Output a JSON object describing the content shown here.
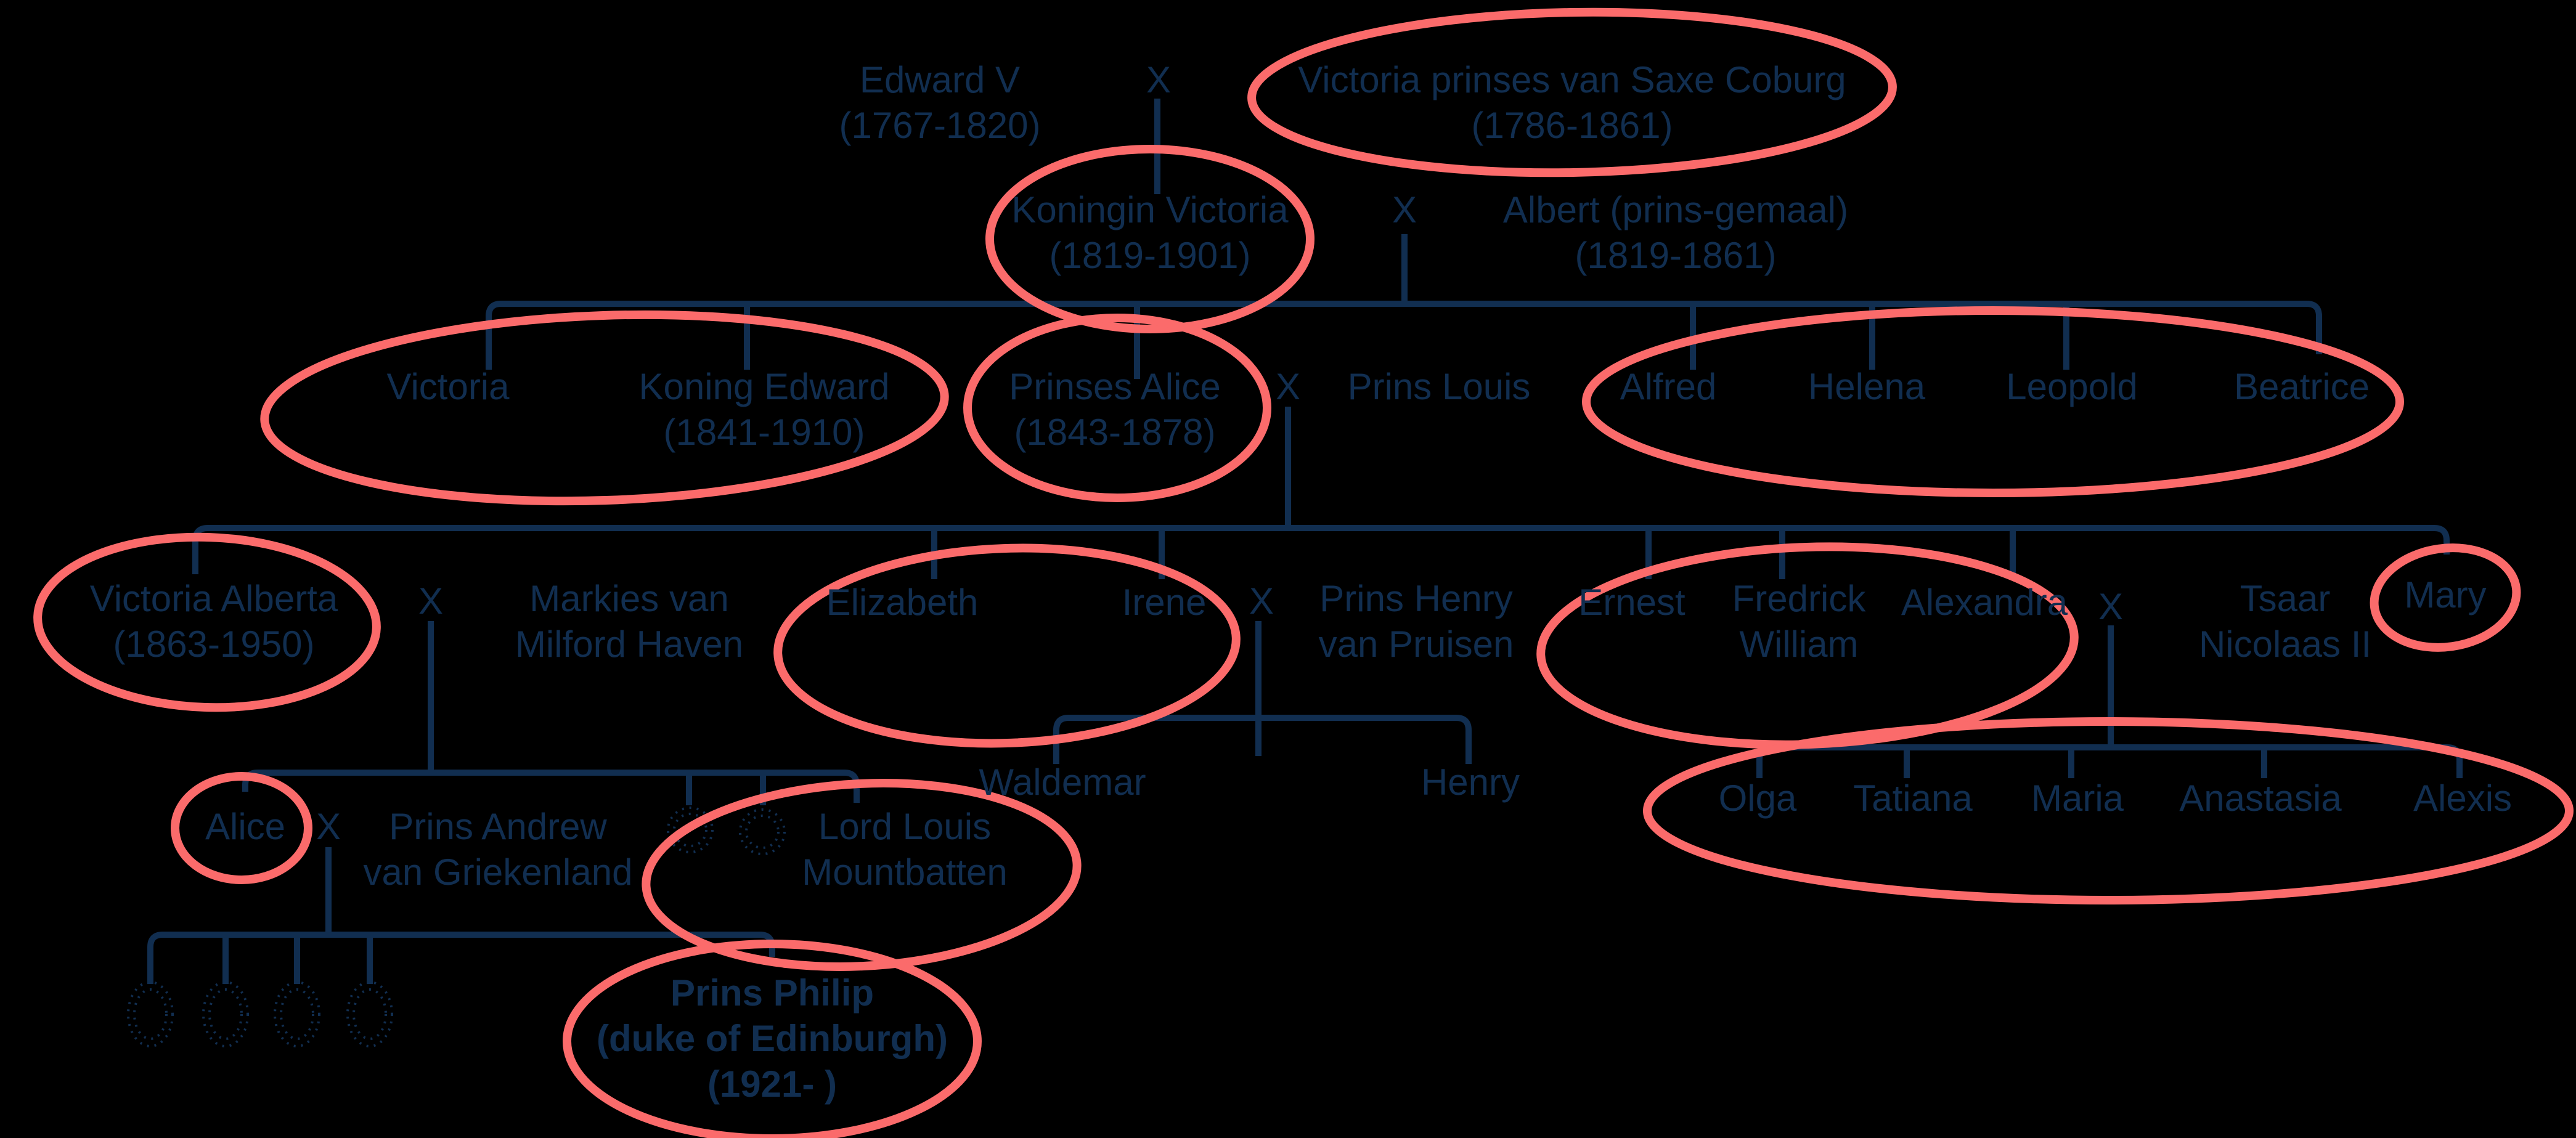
{
  "colors": {
    "background": "#000000",
    "text_and_lines": "#112e50",
    "highlight_ellipse": "#fb6b6b"
  },
  "marriage_symbol": "X",
  "people": {
    "edward_v": {
      "name": "Edward V",
      "dates": "(1767-1820)"
    },
    "victoria_saxe_coburg": {
      "name": "Victoria prinses van Saxe Coburg",
      "dates": "(1786-1861)"
    },
    "koningin_victoria": {
      "name": "Koningin Victoria",
      "dates": "(1819-1901)"
    },
    "albert": {
      "name": "Albert (prins-gemaal)",
      "dates": "(1819-1861)"
    },
    "victoria": {
      "name": "Victoria"
    },
    "koning_edward": {
      "name": "Koning Edward",
      "dates": "(1841-1910)"
    },
    "prinses_alice": {
      "name": "Prinses Alice",
      "dates": "(1843-1878)"
    },
    "prins_louis": {
      "name": "Prins Louis"
    },
    "alfred": {
      "name": "Alfred"
    },
    "helena": {
      "name": "Helena"
    },
    "leopold": {
      "name": "Leopold"
    },
    "beatrice": {
      "name": "Beatrice"
    },
    "victoria_alberta": {
      "name": "Victoria Alberta",
      "dates": "(1863-1950)"
    },
    "markies_milford_haven": {
      "line1": "Markies van",
      "line2": "Milford Haven"
    },
    "elizabeth": {
      "name": "Elizabeth"
    },
    "irene": {
      "name": "Irene"
    },
    "prins_henry": {
      "line1": "Prins Henry",
      "line2": "van Pruisen"
    },
    "ernest": {
      "name": "Ernest"
    },
    "fredrick_william": {
      "line1": "Fredrick",
      "line2": "William"
    },
    "alexandra": {
      "name": "Alexandra"
    },
    "tsaar_nicolaas": {
      "line1": "Tsaar",
      "line2": "Nicolaas II"
    },
    "mary": {
      "name": "Mary"
    },
    "waldemar": {
      "name": "Waldemar"
    },
    "henry": {
      "name": "Henry"
    },
    "olga": {
      "name": "Olga"
    },
    "tatiana": {
      "name": "Tatiana"
    },
    "maria": {
      "name": "Maria"
    },
    "anastasia": {
      "name": "Anastasia"
    },
    "alexis": {
      "name": "Alexis"
    },
    "alice": {
      "name": "Alice"
    },
    "prins_andrew": {
      "line1": "Prins Andrew",
      "line2": "van Griekenland"
    },
    "lord_louis_mountbatten": {
      "line1": "Lord Louis",
      "line2": "Mountbatten"
    },
    "prins_philip": {
      "line1": "Prins Philip",
      "line2": "(duke of Edinburgh)",
      "line3": "(1921- )"
    }
  }
}
